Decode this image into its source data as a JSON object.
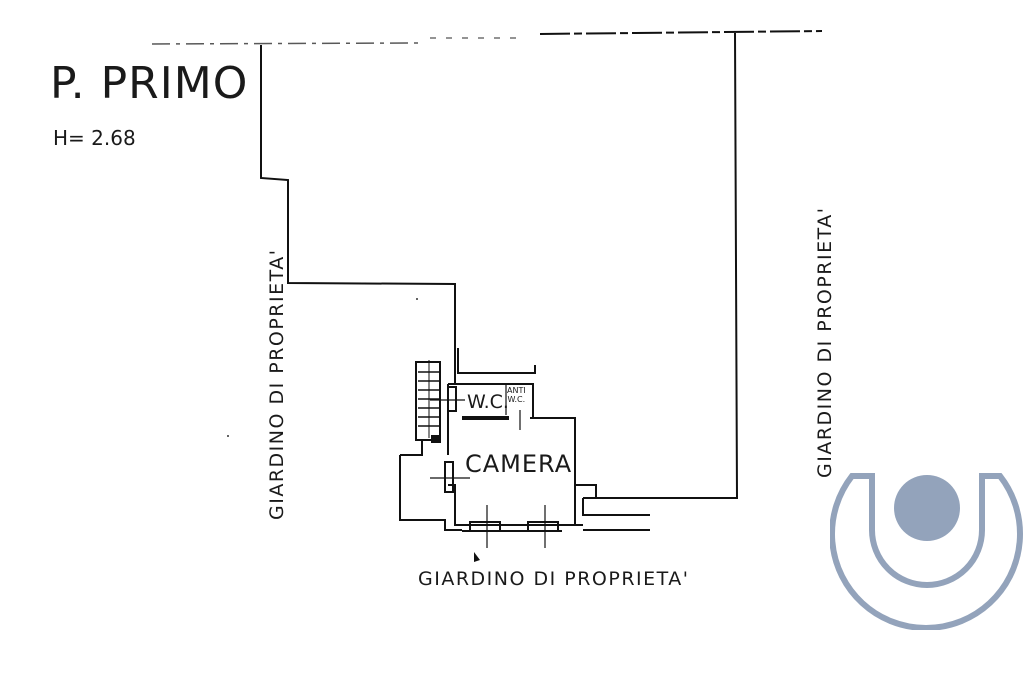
{
  "plan": {
    "floor_title": "P. PRIMO",
    "floor_height": "H= 2.68",
    "rooms": {
      "camera": "CAMERA",
      "wc": "W.C.",
      "anti_wc_line1": "ANTI",
      "anti_wc_line2": "W.C."
    },
    "surroundings": {
      "left": "GIARDINO  DI  PROPRIETA'",
      "right": "GIARDINO   DI   PROPRIETA'",
      "bottom": "GIARDINO   DI    PROPRIETA'"
    }
  },
  "logo": {
    "name": "agency-logo",
    "color": "#93a3bb"
  }
}
